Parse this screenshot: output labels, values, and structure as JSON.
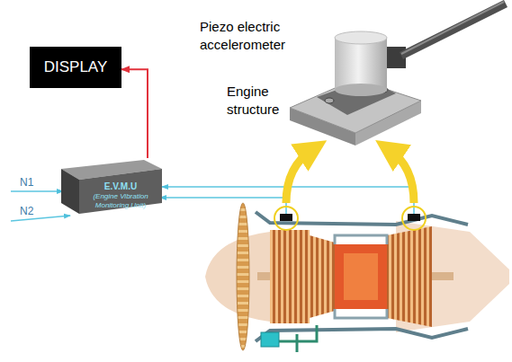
{
  "diagram": {
    "nodes": [
      {
        "text": [
          "DISPLAY"
        ]
      },
      {
        "text": [
          "E.V.M.U",
          "(Engine Vibration Monitoring Unit)"
        ]
      }
    ],
    "edges": [
      {
        "from": 1,
        "to": 0,
        "arrow": "to"
      }
    ],
    "labels": [
      "Piezo electric accelerometer",
      "Engine structure",
      "N1",
      "N2"
    ]
  }
}
